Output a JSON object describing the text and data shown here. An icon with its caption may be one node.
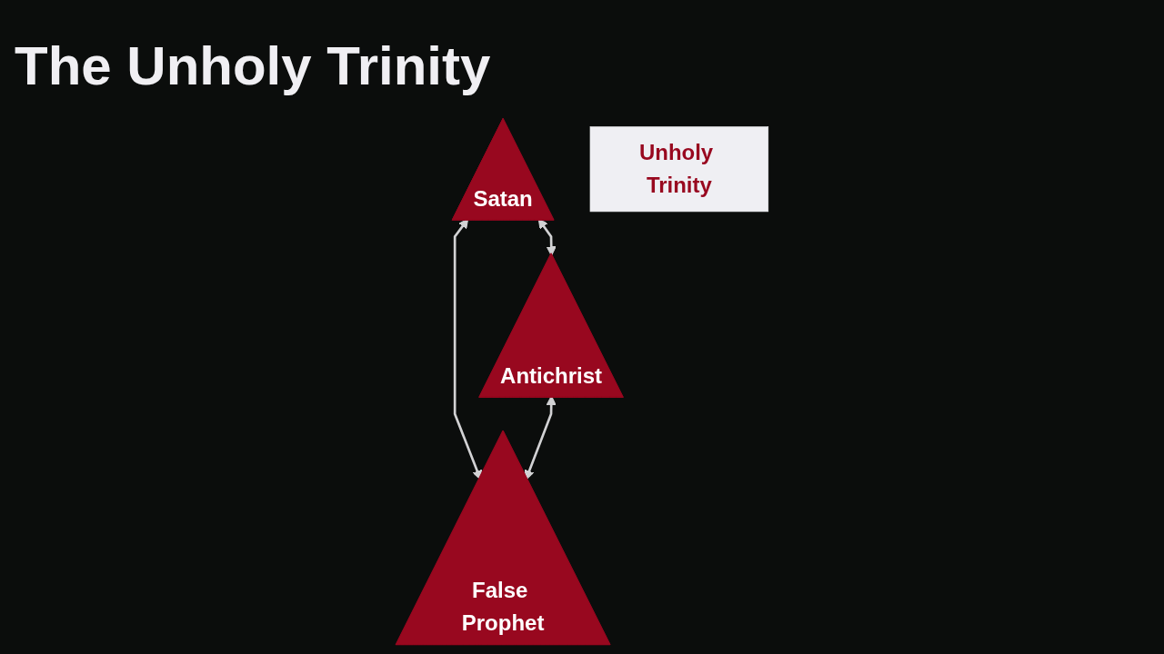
{
  "diagram": {
    "title": "The Unholy Trinity",
    "nodes": [
      {
        "text": [
          "Satan"
        ]
      },
      {
        "text": [
          "Antichrist"
        ]
      },
      {
        "text": [
          "Unholy Trinity"
        ]
      },
      {
        "text": [
          "False Prophet"
        ]
      }
    ],
    "edges": [
      {
        "from": 0,
        "to": 1,
        "arrow": "both"
      },
      {
        "from": 0,
        "to": 3,
        "arrow": "both"
      },
      {
        "from": 1,
        "to": 3,
        "arrow": "both"
      }
    ]
  }
}
